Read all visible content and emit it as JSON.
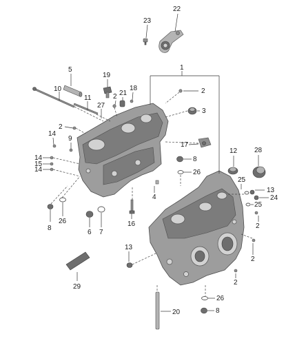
{
  "callouts": [
    {
      "id": "c22",
      "text": "22"
    },
    {
      "id": "c23",
      "text": "23"
    },
    {
      "id": "c1",
      "text": "1"
    },
    {
      "id": "c5",
      "text": "5"
    },
    {
      "id": "c19",
      "text": "19"
    },
    {
      "id": "c10",
      "text": "10"
    },
    {
      "id": "c21",
      "text": "21"
    },
    {
      "id": "c18",
      "text": "18"
    },
    {
      "id": "c2a",
      "text": "2"
    },
    {
      "id": "c2b",
      "text": "2"
    },
    {
      "id": "c11",
      "text": "11"
    },
    {
      "id": "c27",
      "text": "27"
    },
    {
      "id": "c3",
      "text": "3"
    },
    {
      "id": "c2c",
      "text": "2"
    },
    {
      "id": "c14a",
      "text": "14"
    },
    {
      "id": "c9",
      "text": "9"
    },
    {
      "id": "c17",
      "text": "17"
    },
    {
      "id": "c12",
      "text": "12"
    },
    {
      "id": "c28",
      "text": "28"
    },
    {
      "id": "c14b",
      "text": "14"
    },
    {
      "id": "c15",
      "text": "15"
    },
    {
      "id": "c14c",
      "text": "14"
    },
    {
      "id": "c8a",
      "text": "8"
    },
    {
      "id": "c26a",
      "text": "26"
    },
    {
      "id": "c25a",
      "text": "25"
    },
    {
      "id": "c13a",
      "text": "13"
    },
    {
      "id": "c24",
      "text": "24"
    },
    {
      "id": "c4",
      "text": "4"
    },
    {
      "id": "c25b",
      "text": "25"
    },
    {
      "id": "c2d",
      "text": "2"
    },
    {
      "id": "c8b",
      "text": "8"
    },
    {
      "id": "c26b",
      "text": "26"
    },
    {
      "id": "c6",
      "text": "6"
    },
    {
      "id": "c7",
      "text": "7"
    },
    {
      "id": "c16",
      "text": "16"
    },
    {
      "id": "c2e",
      "text": "2"
    },
    {
      "id": "c13b",
      "text": "13"
    },
    {
      "id": "c2f",
      "text": "2"
    },
    {
      "id": "c29",
      "text": "29"
    },
    {
      "id": "c2g",
      "text": "2"
    },
    {
      "id": "c26c",
      "text": "26"
    },
    {
      "id": "c20",
      "text": "20"
    },
    {
      "id": "c8c",
      "text": "8"
    }
  ]
}
